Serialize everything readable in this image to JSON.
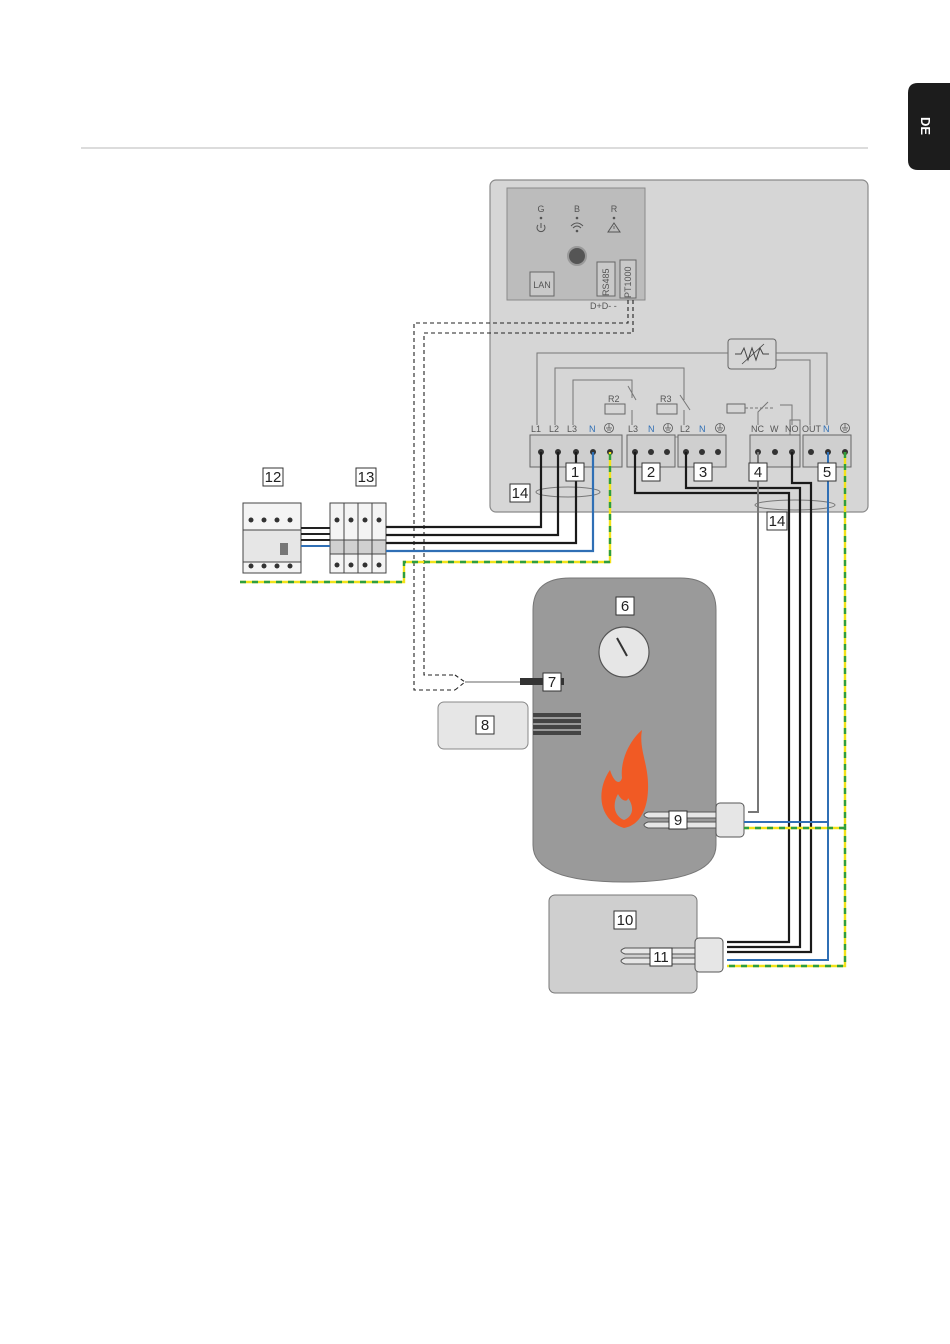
{
  "lang_tab": "DE",
  "device": {
    "leds": [
      "G",
      "B",
      "R"
    ],
    "lan": "LAN",
    "rs485": "RS485",
    "pt1000": "PT1000",
    "rs485_pins": "D+D- -"
  },
  "relays": {
    "r2": "R2",
    "r3": "R3"
  },
  "terminals": {
    "t1": [
      "L1",
      "L2",
      "L3",
      "N"
    ],
    "t2": [
      "L3",
      "N"
    ],
    "t3": [
      "L2",
      "N"
    ],
    "t4": [
      "NC",
      "W",
      "NO"
    ],
    "t5": [
      "OUT",
      "N"
    ]
  },
  "callouts": [
    "1",
    "2",
    "3",
    "4",
    "5",
    "6",
    "7",
    "8",
    "9",
    "10",
    "11",
    "12",
    "13",
    "14",
    "14"
  ],
  "colors": {
    "phase": "#1a1a1a",
    "neutral": "#2f6fb5",
    "earth_green": "#2e9e3e",
    "earth_yellow": "#f2e21a",
    "signal": "#777777",
    "tank": "#9a9a9a",
    "device": "#d6d6d6",
    "flame": "#f15a24"
  },
  "icons": [
    "power-icon",
    "wifi-icon",
    "warning-icon",
    "earth-icon",
    "resistor-icon",
    "flame-icon",
    "thermometer-dial-icon"
  ]
}
